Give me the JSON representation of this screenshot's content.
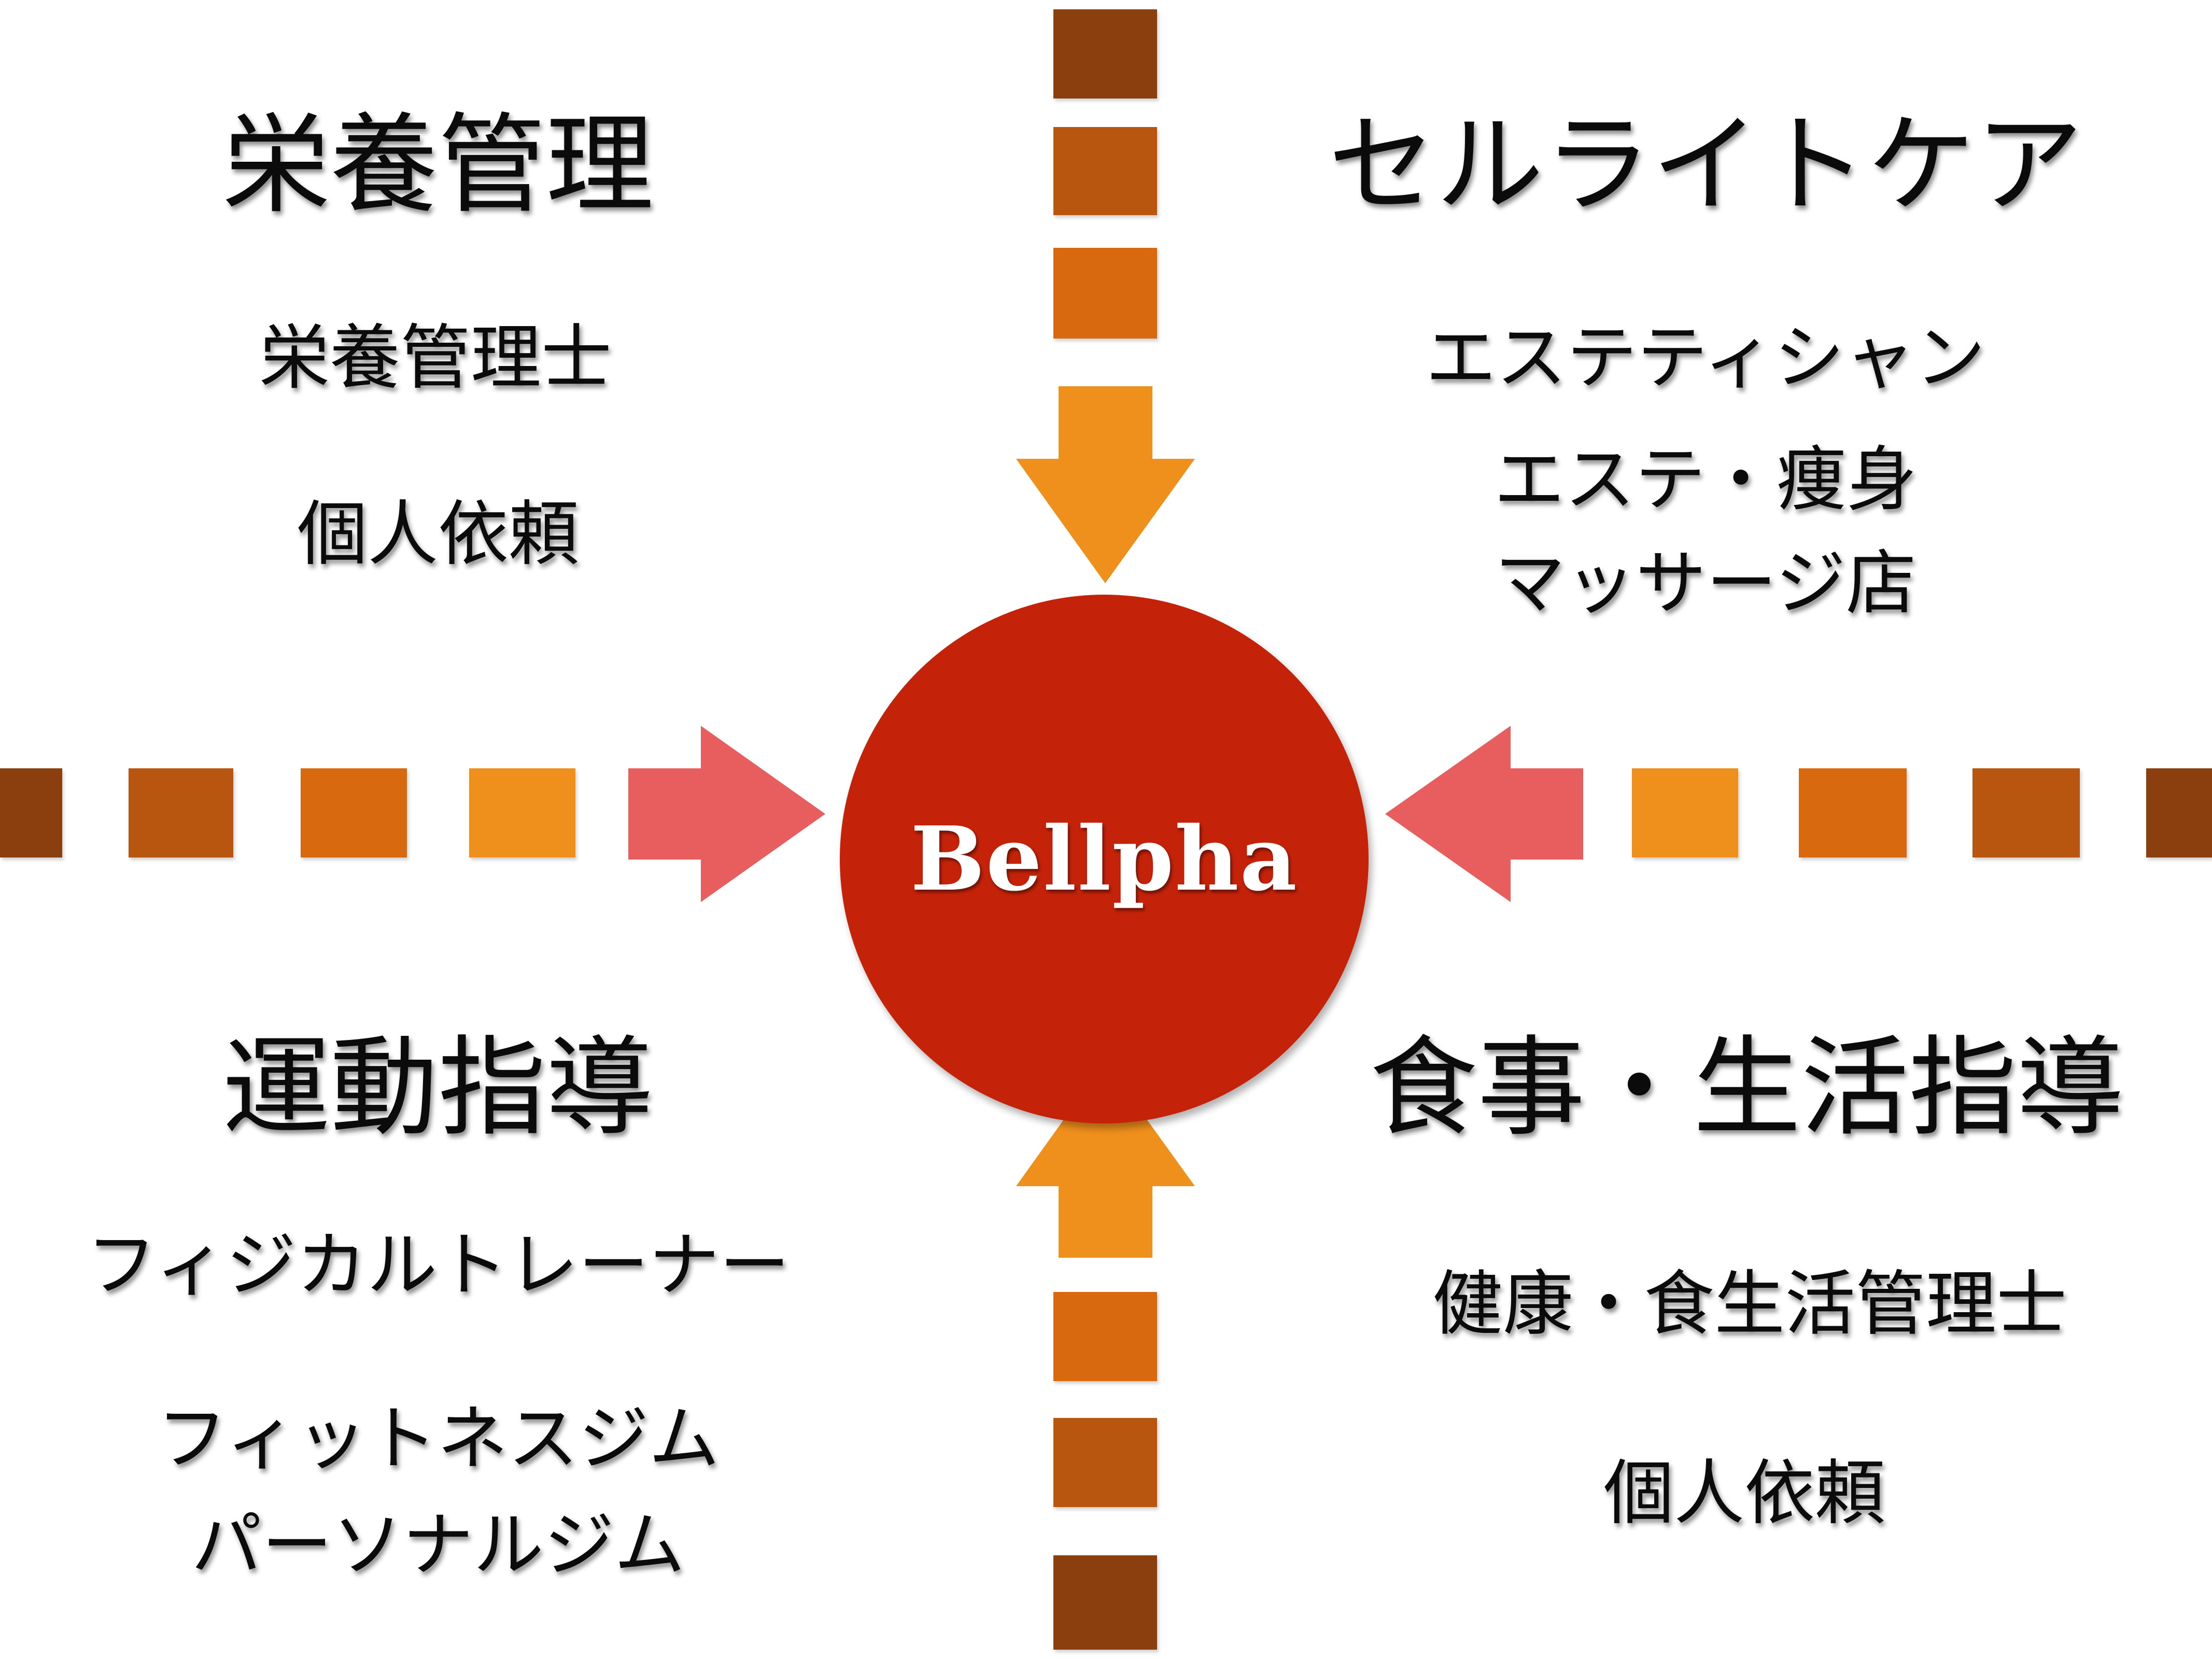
{
  "center": {
    "label": "Bellpha",
    "color": "#c5220a"
  },
  "quadrants": {
    "top_left": {
      "heading": "栄養管理",
      "items": [
        "栄養管理士",
        "個人依頼"
      ]
    },
    "top_right": {
      "heading": "セルライトケア",
      "items": [
        "エステティシャン",
        "エステ・痩身",
        "マッサージ店"
      ]
    },
    "bottom_left": {
      "heading": "運動指導",
      "items": [
        "フィジカルトレーナー",
        "フィットネスジム",
        "パーソナルジム"
      ]
    },
    "bottom_right": {
      "heading": "食事・生活指導",
      "items": [
        "健康・食生活管理士",
        "個人依頼"
      ]
    }
  },
  "colors": {
    "square_shades": [
      "#8b3f0e",
      "#b8560f",
      "#d8690f",
      "#f0901c"
    ],
    "vertical_arrow": "#f0901c",
    "horizontal_arrow": "#e85d5d"
  },
  "icons": {
    "top_arrow": "arrow-down-icon",
    "bottom_arrow": "arrow-up-icon",
    "left_arrow": "arrow-right-icon",
    "right_arrow": "arrow-left-icon"
  }
}
